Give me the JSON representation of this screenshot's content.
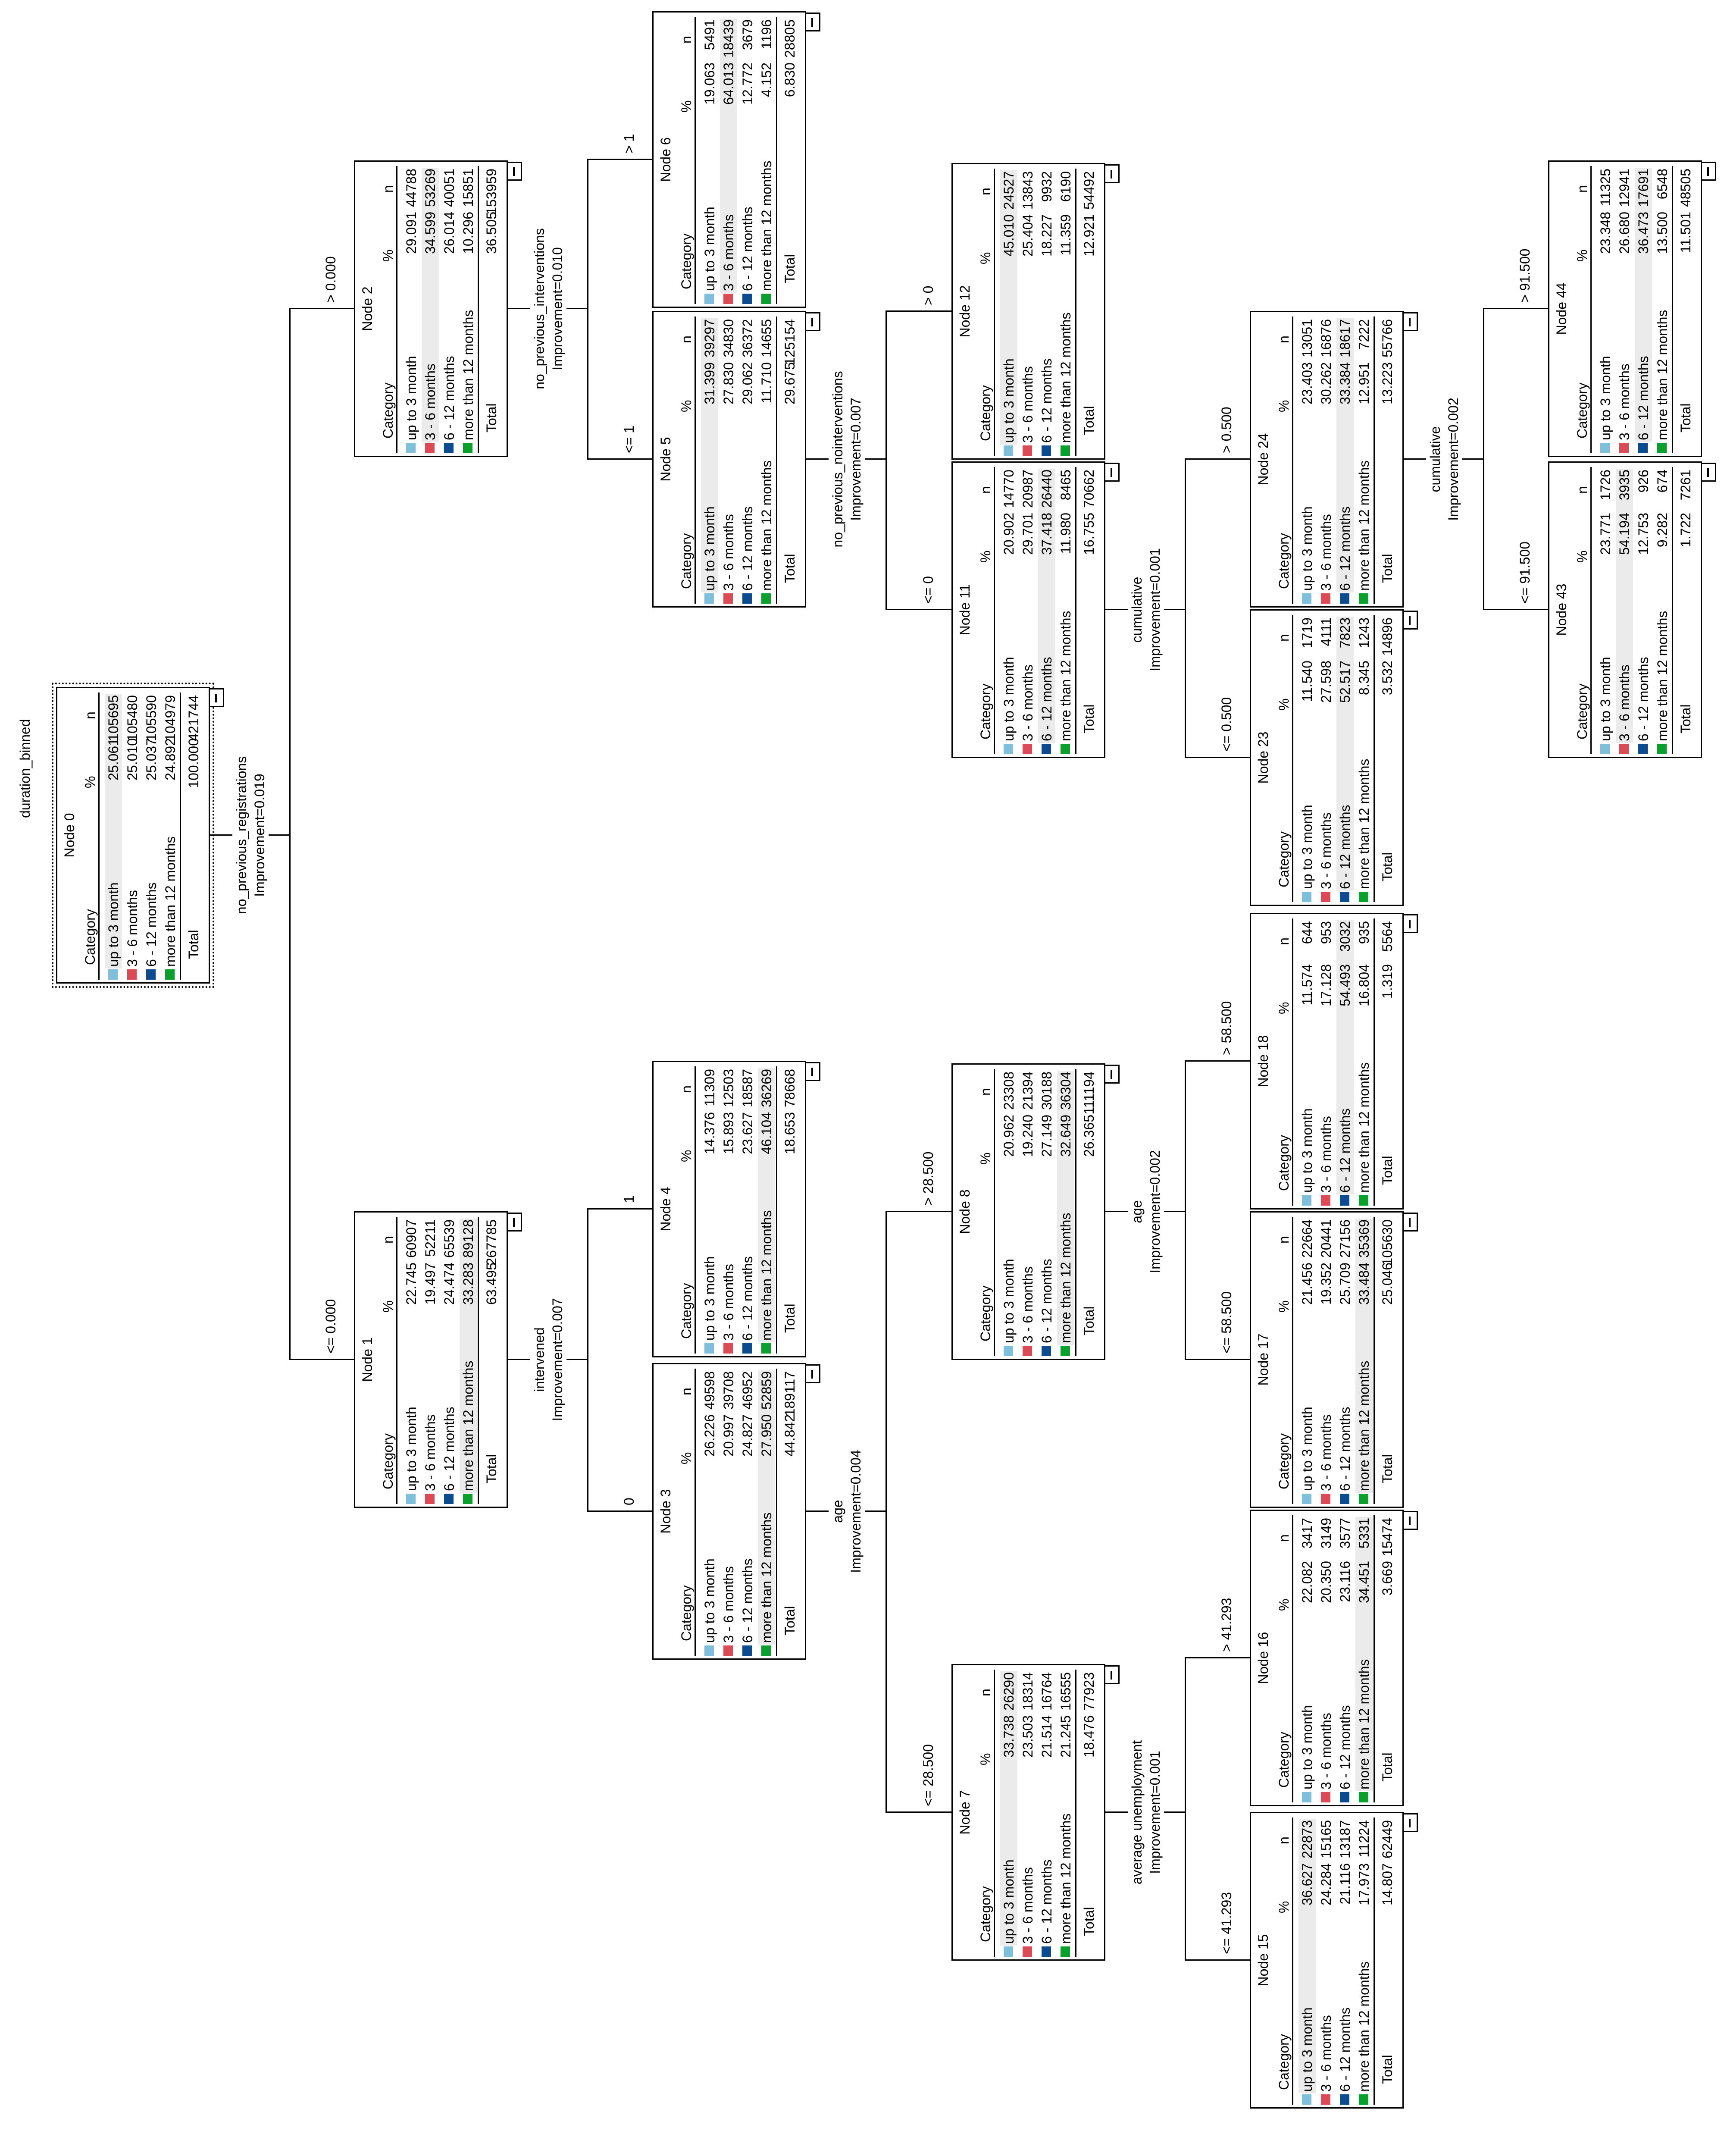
{
  "title": "duration_binned",
  "headers": {
    "category": "Category",
    "percent": "%",
    "n": "n"
  },
  "total_label": "Total",
  "categories": [
    {
      "label": "up to 3 month",
      "color": "#7ec0dc"
    },
    {
      "label": "3 - 6 months",
      "color": "#dc4a55"
    },
    {
      "label": "6 - 12 months",
      "color": "#0b4b8f"
    },
    {
      "label": "more than 12 months",
      "color": "#0aa02c"
    }
  ],
  "highlight_color": "#ebebeb",
  "nodes": [
    {
      "id": "0",
      "title": "Node 0",
      "parent": null,
      "edge": "",
      "highlight": 0,
      "rows": [
        {
          "pct": "25.061",
          "n": "105695"
        },
        {
          "pct": "25.010",
          "n": "105480"
        },
        {
          "pct": "25.037",
          "n": "105590"
        },
        {
          "pct": "24.892",
          "n": "104979"
        }
      ],
      "total": {
        "pct": "100.000",
        "n": "421744"
      },
      "split": {
        "variable": "no_previous_registrations",
        "improvement": "Improvement=0.019"
      }
    },
    {
      "id": "1",
      "title": "Node 1",
      "parent": "0",
      "edge": "<= 0.000",
      "highlight": 3,
      "rows": [
        {
          "pct": "22.745",
          "n": "60907"
        },
        {
          "pct": "19.497",
          "n": "52211"
        },
        {
          "pct": "24.474",
          "n": "65539"
        },
        {
          "pct": "33.283",
          "n": "89128"
        }
      ],
      "total": {
        "pct": "63.495",
        "n": "267785"
      },
      "split": {
        "variable": "intervened",
        "improvement": "Improvement=0.007"
      }
    },
    {
      "id": "2",
      "title": "Node 2",
      "parent": "0",
      "edge": "> 0.000",
      "highlight": 1,
      "rows": [
        {
          "pct": "29.091",
          "n": "44788"
        },
        {
          "pct": "34.599",
          "n": "53269"
        },
        {
          "pct": "26.014",
          "n": "40051"
        },
        {
          "pct": "10.296",
          "n": "15851"
        }
      ],
      "total": {
        "pct": "36.505",
        "n": "153959"
      },
      "split": {
        "variable": "no_previous_interventions",
        "improvement": "Improvement=0.010"
      }
    },
    {
      "id": "3",
      "title": "Node 3",
      "parent": "1",
      "edge": "0",
      "highlight": 3,
      "rows": [
        {
          "pct": "26.226",
          "n": "49598"
        },
        {
          "pct": "20.997",
          "n": "39708"
        },
        {
          "pct": "24.827",
          "n": "46952"
        },
        {
          "pct": "27.950",
          "n": "52859"
        }
      ],
      "total": {
        "pct": "44.842",
        "n": "189117"
      },
      "split": {
        "variable": "age",
        "improvement": "Improvement=0.004"
      }
    },
    {
      "id": "4",
      "title": "Node 4",
      "parent": "1",
      "edge": "1",
      "highlight": 3,
      "rows": [
        {
          "pct": "14.376",
          "n": "11309"
        },
        {
          "pct": "15.893",
          "n": "12503"
        },
        {
          "pct": "23.627",
          "n": "18587"
        },
        {
          "pct": "46.104",
          "n": "36269"
        }
      ],
      "total": {
        "pct": "18.653",
        "n": "78668"
      },
      "split": null
    },
    {
      "id": "5",
      "title": "Node 5",
      "parent": "2",
      "edge": "<= 1",
      "highlight": 0,
      "rows": [
        {
          "pct": "31.399",
          "n": "39297"
        },
        {
          "pct": "27.830",
          "n": "34830"
        },
        {
          "pct": "29.062",
          "n": "36372"
        },
        {
          "pct": "11.710",
          "n": "14655"
        }
      ],
      "total": {
        "pct": "29.675",
        "n": "125154"
      },
      "split": {
        "variable": "no_previous_nointerventions",
        "improvement": "Improvement=0.007"
      }
    },
    {
      "id": "6",
      "title": "Node 6",
      "parent": "2",
      "edge": "> 1",
      "highlight": 1,
      "rows": [
        {
          "pct": "19.063",
          "n": "5491"
        },
        {
          "pct": "64.013",
          "n": "18439"
        },
        {
          "pct": "12.772",
          "n": "3679"
        },
        {
          "pct": "4.152",
          "n": "1196"
        }
      ],
      "total": {
        "pct": "6.830",
        "n": "28805"
      },
      "split": null
    },
    {
      "id": "7",
      "title": "Node 7",
      "parent": "3",
      "edge": "<= 28.500",
      "highlight": 0,
      "rows": [
        {
          "pct": "33.738",
          "n": "26290"
        },
        {
          "pct": "23.503",
          "n": "18314"
        },
        {
          "pct": "21.514",
          "n": "16764"
        },
        {
          "pct": "21.245",
          "n": "16555"
        }
      ],
      "total": {
        "pct": "18.476",
        "n": "77923"
      },
      "split": {
        "variable": "average unemployment",
        "improvement": "Improvement=0.001"
      }
    },
    {
      "id": "8",
      "title": "Node 8",
      "parent": "3",
      "edge": "> 28.500",
      "highlight": 3,
      "rows": [
        {
          "pct": "20.962",
          "n": "23308"
        },
        {
          "pct": "19.240",
          "n": "21394"
        },
        {
          "pct": "27.149",
          "n": "30188"
        },
        {
          "pct": "32.649",
          "n": "36304"
        }
      ],
      "total": {
        "pct": "26.365",
        "n": "111194"
      },
      "split": {
        "variable": "age",
        "improvement": "Improvement=0.002"
      }
    },
    {
      "id": "11",
      "title": "Node 11",
      "parent": "5",
      "edge": "<= 0",
      "highlight": 2,
      "rows": [
        {
          "pct": "20.902",
          "n": "14770"
        },
        {
          "pct": "29.701",
          "n": "20987"
        },
        {
          "pct": "37.418",
          "n": "26440"
        },
        {
          "pct": "11.980",
          "n": "8465"
        }
      ],
      "total": {
        "pct": "16.755",
        "n": "70662"
      },
      "split": {
        "variable": "cumulative",
        "improvement": "Improvement=0.001"
      }
    },
    {
      "id": "12",
      "title": "Node 12",
      "parent": "5",
      "edge": "> 0",
      "highlight": 0,
      "rows": [
        {
          "pct": "45.010",
          "n": "24527"
        },
        {
          "pct": "25.404",
          "n": "13843"
        },
        {
          "pct": "18.227",
          "n": "9932"
        },
        {
          "pct": "11.359",
          "n": "6190"
        }
      ],
      "total": {
        "pct": "12.921",
        "n": "54492"
      },
      "split": null
    },
    {
      "id": "15",
      "title": "Node 15",
      "parent": "7",
      "edge": "<= 41.293",
      "highlight": 0,
      "rows": [
        {
          "pct": "36.627",
          "n": "22873"
        },
        {
          "pct": "24.284",
          "n": "15165"
        },
        {
          "pct": "21.116",
          "n": "13187"
        },
        {
          "pct": "17.973",
          "n": "11224"
        }
      ],
      "total": {
        "pct": "14.807",
        "n": "62449"
      },
      "split": null
    },
    {
      "id": "16",
      "title": "Node 16",
      "parent": "7",
      "edge": "> 41.293",
      "highlight": 3,
      "rows": [
        {
          "pct": "22.082",
          "n": "3417"
        },
        {
          "pct": "20.350",
          "n": "3149"
        },
        {
          "pct": "23.116",
          "n": "3577"
        },
        {
          "pct": "34.451",
          "n": "5331"
        }
      ],
      "total": {
        "pct": "3.669",
        "n": "15474"
      },
      "split": null
    },
    {
      "id": "17",
      "title": "Node 17",
      "parent": "8",
      "edge": "<= 58.500",
      "highlight": 3,
      "rows": [
        {
          "pct": "21.456",
          "n": "22664"
        },
        {
          "pct": "19.352",
          "n": "20441"
        },
        {
          "pct": "25.709",
          "n": "27156"
        },
        {
          "pct": "33.484",
          "n": "35369"
        }
      ],
      "total": {
        "pct": "25.046",
        "n": "105630"
      },
      "split": null
    },
    {
      "id": "18",
      "title": "Node 18",
      "parent": "8",
      "edge": "> 58.500",
      "highlight": 2,
      "rows": [
        {
          "pct": "11.574",
          "n": "644"
        },
        {
          "pct": "17.128",
          "n": "953"
        },
        {
          "pct": "54.493",
          "n": "3032"
        },
        {
          "pct": "16.804",
          "n": "935"
        }
      ],
      "total": {
        "pct": "1.319",
        "n": "5564"
      },
      "split": null
    },
    {
      "id": "23",
      "title": "Node 23",
      "parent": "11",
      "edge": "<= 0.500",
      "highlight": 2,
      "rows": [
        {
          "pct": "11.540",
          "n": "1719"
        },
        {
          "pct": "27.598",
          "n": "4111"
        },
        {
          "pct": "52.517",
          "n": "7823"
        },
        {
          "pct": "8.345",
          "n": "1243"
        }
      ],
      "total": {
        "pct": "3.532",
        "n": "14896"
      },
      "split": null
    },
    {
      "id": "24",
      "title": "Node 24",
      "parent": "11",
      "edge": "> 0.500",
      "highlight": 2,
      "rows": [
        {
          "pct": "23.403",
          "n": "13051"
        },
        {
          "pct": "30.262",
          "n": "16876"
        },
        {
          "pct": "33.384",
          "n": "18617"
        },
        {
          "pct": "12.951",
          "n": "7222"
        }
      ],
      "total": {
        "pct": "13.223",
        "n": "55766"
      },
      "split": {
        "variable": "cumulative",
        "improvement": "Improvement=0.002"
      }
    },
    {
      "id": "43",
      "title": "Node 43",
      "parent": "24",
      "edge": "<= 91.500",
      "highlight": 1,
      "rows": [
        {
          "pct": "23.771",
          "n": "1726"
        },
        {
          "pct": "54.194",
          "n": "3935"
        },
        {
          "pct": "12.753",
          "n": "926"
        },
        {
          "pct": "9.282",
          "n": "674"
        }
      ],
      "total": {
        "pct": "1.722",
        "n": "7261"
      },
      "split": null
    },
    {
      "id": "44",
      "title": "Node 44",
      "parent": "24",
      "edge": "> 91.500",
      "highlight": 2,
      "rows": [
        {
          "pct": "23.348",
          "n": "11325"
        },
        {
          "pct": "26.680",
          "n": "12941"
        },
        {
          "pct": "36.473",
          "n": "17691"
        },
        {
          "pct": "13.500",
          "n": "6548"
        }
      ],
      "total": {
        "pct": "11.501",
        "n": "48505"
      },
      "split": null
    }
  ]
}
